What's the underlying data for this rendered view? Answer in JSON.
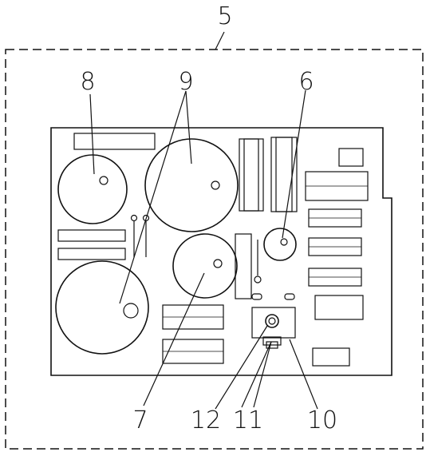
{
  "callouts": {
    "assembly": "5",
    "component_6": "6",
    "component_7": "7",
    "component_8": "8",
    "component_9": "9",
    "component_10": "10",
    "component_11": "11",
    "component_12": "12"
  },
  "colors": {
    "ink": "#111111",
    "background": "#ffffff"
  }
}
